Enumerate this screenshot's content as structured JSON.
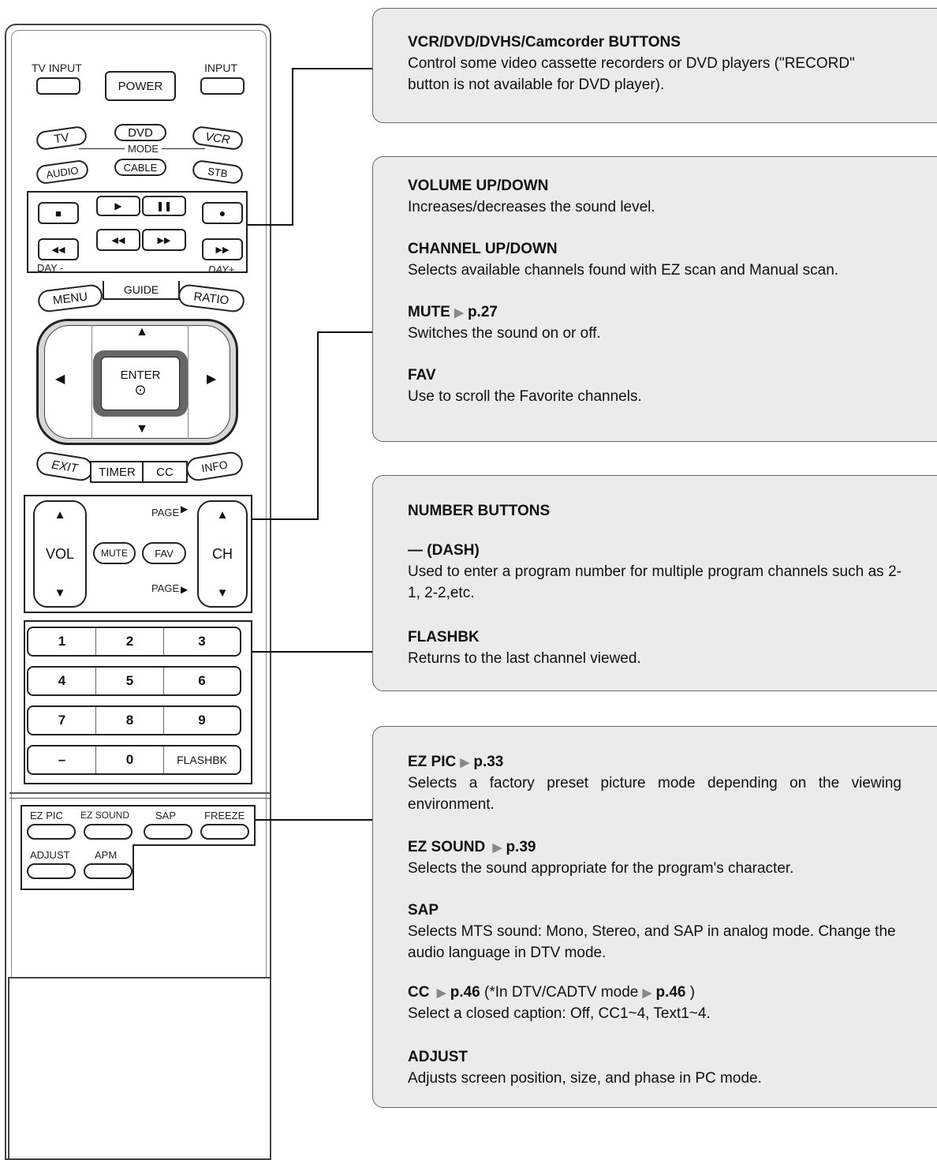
{
  "remote": {
    "tv_input": "TV INPUT",
    "power": "POWER",
    "input": "INPUT",
    "mode_tv": "TV",
    "mode_dvd": "DVD",
    "mode_vcr": "VCR",
    "mode_label": "MODE",
    "mode_audio": "AUDIO",
    "mode_cable": "CABLE",
    "mode_stb": "STB",
    "day_minus": "DAY -",
    "day_plus": "DAY+",
    "menu": "MENU",
    "guide": "GUIDE",
    "ratio": "RATIO",
    "enter": "ENTER",
    "exit": "EXIT",
    "timer": "TIMER",
    "cc": "CC",
    "info": "INFO",
    "page_up": "PAGE",
    "page_down": "PAGE",
    "vol": "VOL",
    "mute": "MUTE",
    "fav": "FAV",
    "ch": "CH",
    "numbers": [
      "1",
      "2",
      "3",
      "4",
      "5",
      "6",
      "7",
      "8",
      "9",
      "–",
      "0",
      "FLASHBK"
    ],
    "ez_pic": "EZ PIC",
    "ez_sound": "EZ SOUND",
    "sap": "SAP",
    "freeze": "FREEZE",
    "adjust": "ADJUST",
    "apm": "APM"
  },
  "cards": {
    "vcr": {
      "title": "VCR/DVD/DVHS/Camcorder BUTTONS",
      "desc": "Control some video cassette recorders or DVD players (\"RECORD\" button is not available for DVD player)."
    },
    "volume": {
      "title": "VOLUME UP/DOWN",
      "desc": "Increases/decreases the sound level."
    },
    "channel": {
      "title": "CHANNEL UP/DOWN",
      "desc": "Selects available channels found with EZ scan and Manual scan."
    },
    "mute": {
      "title": "MUTE",
      "page": "p.27",
      "desc": "Switches the sound on or off."
    },
    "fav": {
      "title": "FAV",
      "desc": "Use to scroll the Favorite channels."
    },
    "number": {
      "title": "NUMBER BUTTONS"
    },
    "dash": {
      "title": "— (DASH)",
      "desc": "Used to enter a program number for multiple program channels such as 2-1, 2-2,etc."
    },
    "flashbk": {
      "title": "FLASHBK",
      "desc": "Returns to the last channel viewed."
    },
    "ezpic": {
      "title": "EZ PIC",
      "page": "p.33",
      "desc": "Selects a factory preset picture mode depending on the viewing environment."
    },
    "ezsound": {
      "title": "EZ SOUND",
      "page": "p.39",
      "desc": "Selects the sound appropriate for the program's character."
    },
    "sap": {
      "title": "SAP",
      "desc": "Selects MTS sound: Mono, Stereo, and SAP in analog mode. Change the audio language in DTV mode."
    },
    "cc": {
      "title": "CC",
      "page": "p.46",
      "note_open": "(*In DTV/CADTV mode",
      "page2": "p.46",
      "note_close": ")",
      "desc": "Select a closed caption: Off, CC1~4, Text1~4."
    },
    "adjust": {
      "title": "ADJUST",
      "desc": "Adjusts screen position, size, and phase in PC mode."
    }
  }
}
